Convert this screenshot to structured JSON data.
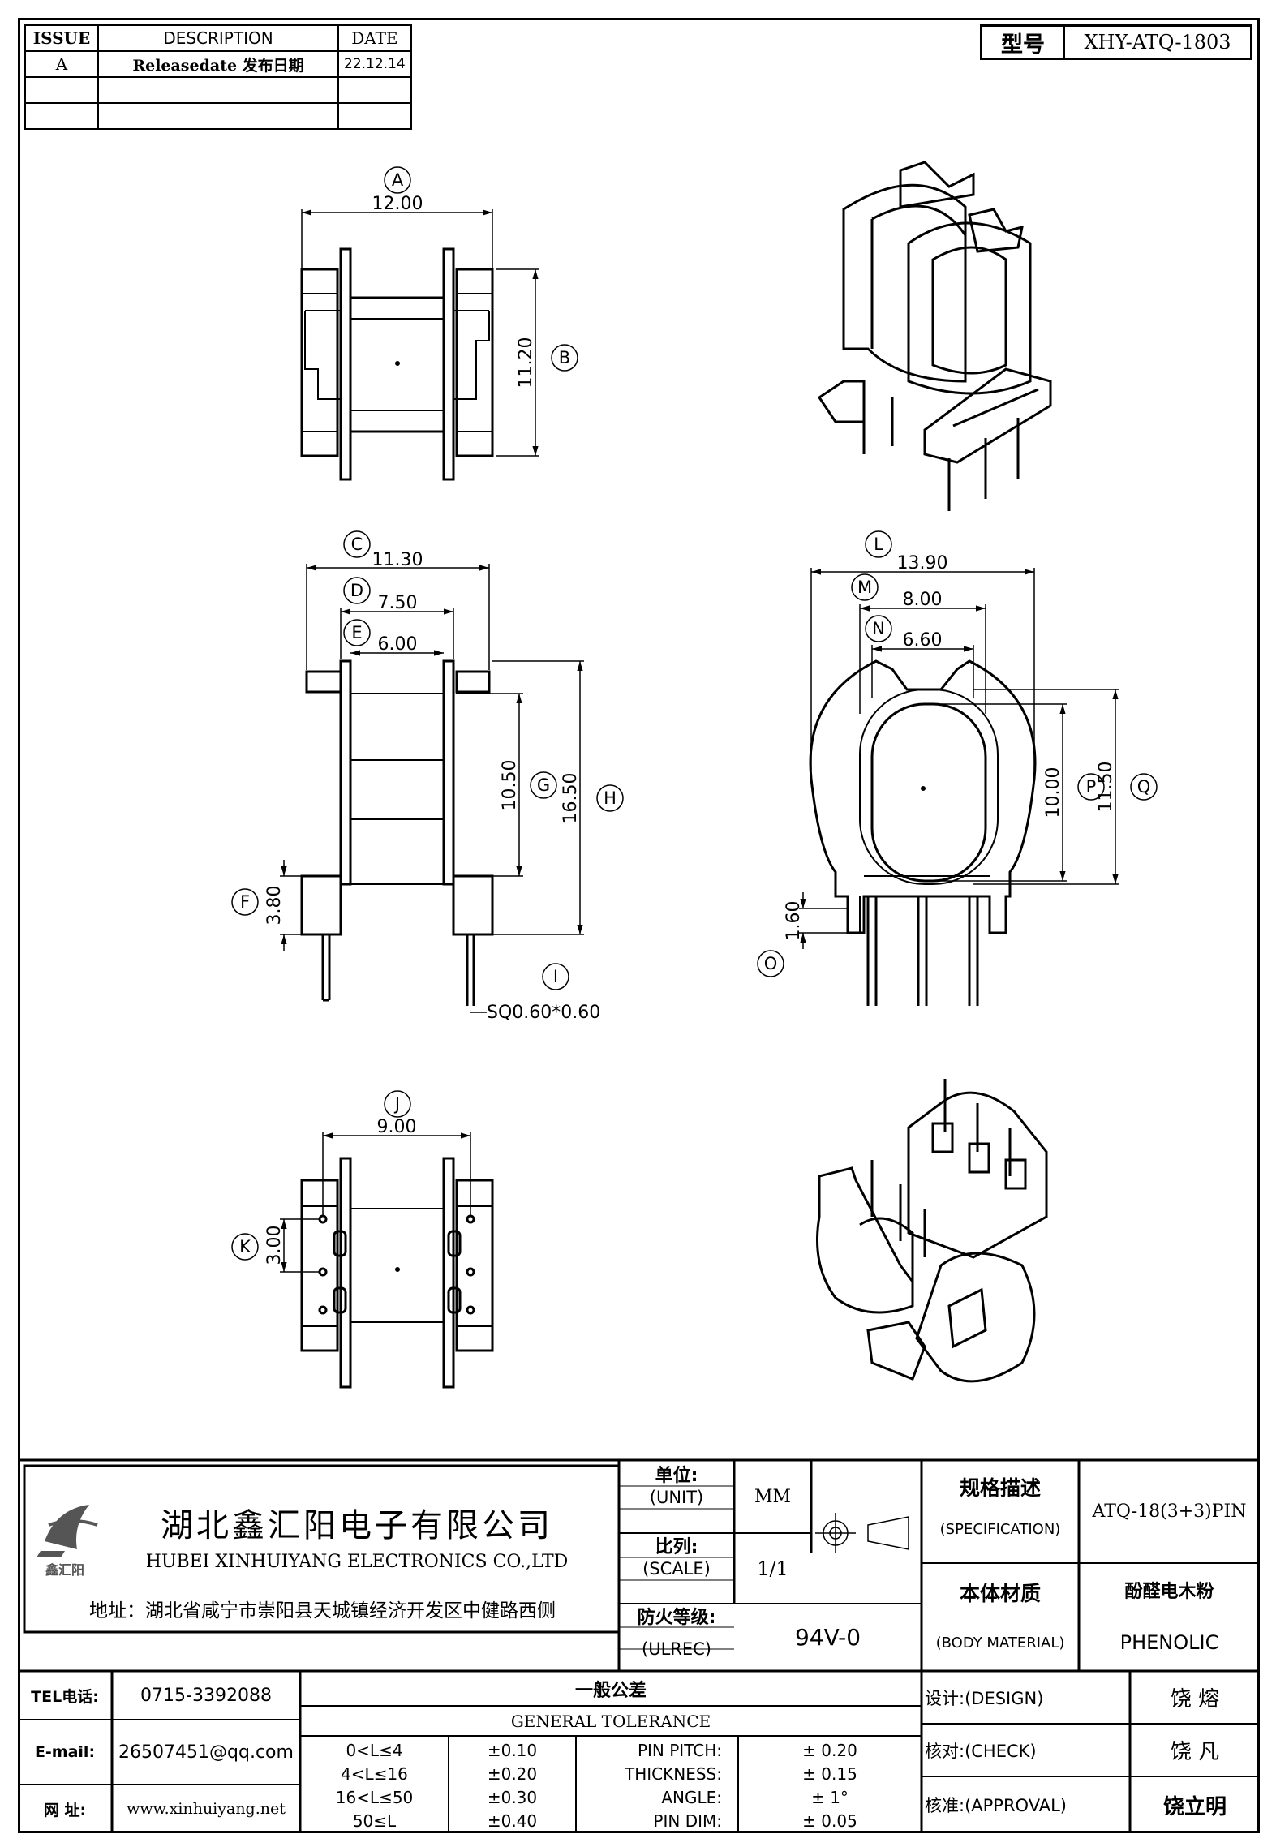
{
  "revision": {
    "headers": {
      "issue": "ISSUE",
      "description": "DESCRIPTION",
      "date": "DATE"
    },
    "rows": [
      {
        "issue": "A",
        "description": "Releasedate 发布日期",
        "date": "22.12.14"
      },
      {
        "issue": "",
        "description": "",
        "date": ""
      },
      {
        "issue": "",
        "description": "",
        "date": ""
      }
    ]
  },
  "model": {
    "label": "型号",
    "value": "XHY-ATQ-1803"
  },
  "dims": {
    "A": "12.00",
    "B": "11.20",
    "C": "11.30",
    "D": "7.50",
    "E": "6.00",
    "F": "3.80",
    "G": "10.50",
    "H": "16.50",
    "I": "SQ0.60*0.60",
    "J": "9.00",
    "K": "3.00",
    "L": "13.90",
    "M": "8.00",
    "N": "6.60",
    "O": "1.60",
    "P": "10.00",
    "Q": "11.50"
  },
  "letters": {
    "A": "A",
    "B": "B",
    "C": "C",
    "D": "D",
    "E": "E",
    "F": "F",
    "G": "G",
    "H": "H",
    "I": "I",
    "J": "J",
    "K": "K",
    "L": "L",
    "M": "M",
    "N": "N",
    "O": "O",
    "P": "P",
    "Q": "Q"
  },
  "titleblock": {
    "company_cn": "湖北鑫汇阳电子有限公司",
    "company_en": "HUBEI XINHUIYANG ELECTRONICS CO.,LTD",
    "logo_text": "鑫汇阳",
    "address": "地址：湖北省咸宁市崇阳县天城镇经济开发区中健路西侧",
    "unit_cn": "单位:",
    "unit_en": "(UNIT)",
    "unit_val": "MM",
    "scale_cn": "比列:",
    "scale_en": "(SCALE)",
    "scale_val": "1/1",
    "fire_cn": "防火等级:",
    "fire_en": "(ULREC)",
    "fire_val": "94V-0",
    "spec_cn": "规格描述",
    "spec_en": "(SPECIFICATION)",
    "spec_val": "ATQ-18(3+3)PIN",
    "mat_cn": "本体材质",
    "mat_en": "(BODY MATERIAL)",
    "mat_val_cn": "酚醛电木粉",
    "mat_val_en": "PHENOLIC",
    "tel_label": "TEL电话:",
    "tel": "0715-3392088",
    "email_label": "E-mail:",
    "email": "26507451@qq.com",
    "web_label": "网  址:",
    "web": "www.xinhuiyang.net",
    "tol_cn": "一般公差",
    "tol_en": "GENERAL TOLERANCE",
    "tol_ranges": [
      "0<L≤4",
      "4<L≤16",
      "16<L≤50",
      "50≤L"
    ],
    "tol_values": [
      "±0.10",
      "±0.20",
      "±0.30",
      "±0.40"
    ],
    "tol_items": [
      "PIN PITCH:",
      "THICKNESS:",
      "ANGLE:",
      "PIN DIM:"
    ],
    "tol_item_values": [
      "±  0.20",
      "±  0.15",
      "±  1°",
      "±  0.05"
    ],
    "design_label": "设计:(DESIGN)",
    "design_name": "饶  熔",
    "check_label": "核对:(CHECK)",
    "check_name": "饶  凡",
    "approval_label": "核准:(APPROVAL)",
    "approval_name": "饶立明"
  }
}
